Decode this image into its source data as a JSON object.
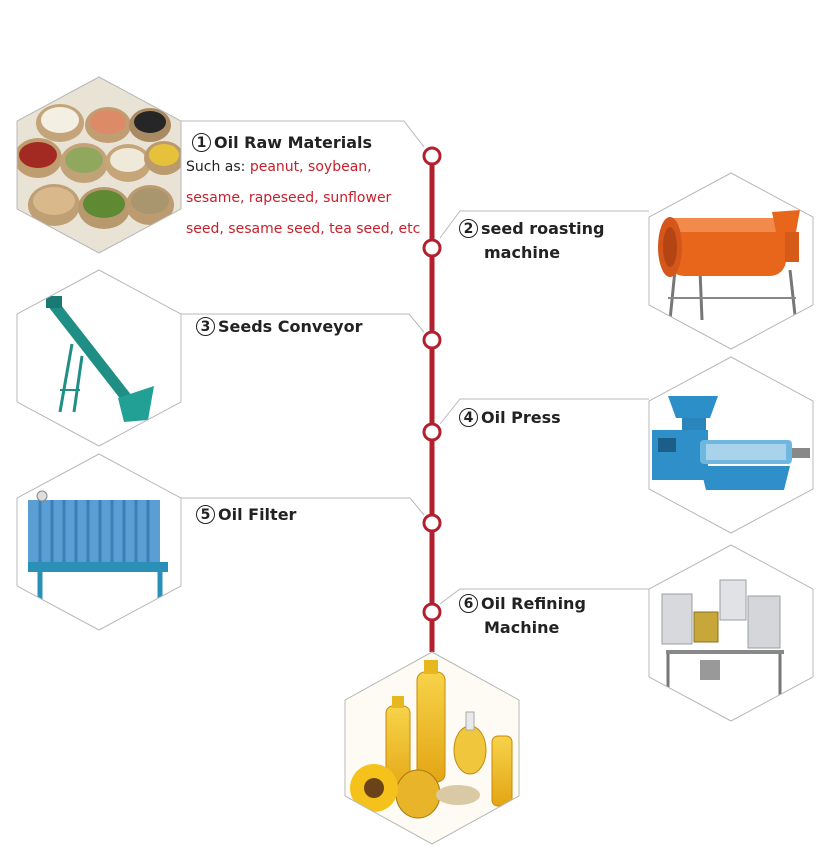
{
  "steps": [
    {
      "num": "1",
      "title": "Oil Raw Materials",
      "image": "grain-sacks-image"
    },
    {
      "num": "2",
      "title": "seed roasting machine",
      "line1": "seed roasting",
      "line2": "machine",
      "image": "roaster-drum-image"
    },
    {
      "num": "3",
      "title": "Seeds Conveyor",
      "image": "screw-conveyor-image"
    },
    {
      "num": "4",
      "title": "Oil Press",
      "image": "screw-oil-press-image"
    },
    {
      "num": "5",
      "title": "Oil Filter",
      "image": "plate-filter-press-image"
    },
    {
      "num": "6",
      "title": "Oil Refining Machine",
      "line1": "Oil Refining",
      "line2": "Machine",
      "image": "refining-tanks-image"
    }
  ],
  "description": {
    "prefix": "Such as: ",
    "materials": "peanut, soybean, sesame, rapeseed, sunflower seed, sesame seed, tea seed, etc"
  },
  "final_image": "cooking-oil-bottles-image",
  "colors": {
    "timeline": "#b2202e",
    "highlight": "#c8202c",
    "hex_border": "#b8b8b8",
    "text": "#222222"
  }
}
